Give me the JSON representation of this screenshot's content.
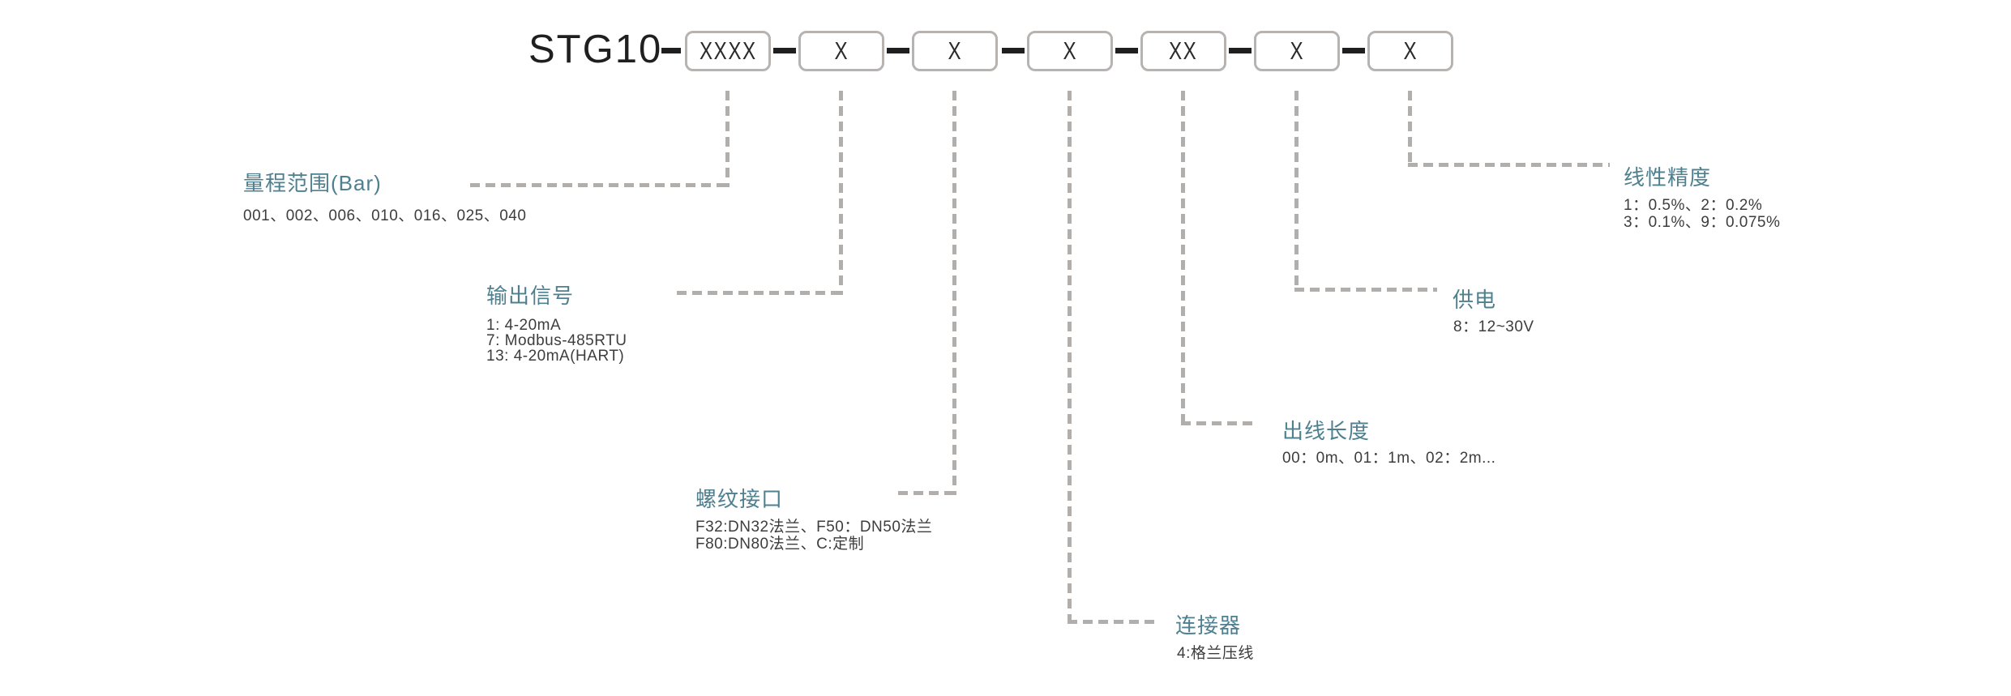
{
  "colors": {
    "accent": "#4e808f",
    "ink": "#1f1f1f",
    "text": "#3d3d3d",
    "dash": "#b1aeac",
    "box-border": "#b6b3b1",
    "bg": "#ffffff"
  },
  "model": {
    "prefix": "STG10",
    "boxes": [
      {
        "code": "XXXX"
      },
      {
        "code": "X"
      },
      {
        "code": "X"
      },
      {
        "code": "X"
      },
      {
        "code": "XX"
      },
      {
        "code": "X"
      },
      {
        "code": "X"
      }
    ]
  },
  "segments": [
    {
      "title": "量程范围(Bar)",
      "lines": [
        "001、002、006、010、016、025、040"
      ]
    },
    {
      "title": "输出信号",
      "lines": [
        "1: 4-20mA",
        "7: Modbus-485RTU",
        "13: 4-20mA(HART)"
      ]
    },
    {
      "title": "螺纹接口",
      "lines": [
        "F32:DN32法兰、F50：DN50法兰",
        "F80:DN80法兰、C:定制"
      ]
    },
    {
      "title": "连接器",
      "lines": [
        "4:格兰压线"
      ]
    },
    {
      "title": "出线长度",
      "lines": [
        "00：0m、01：1m、02：2m..."
      ]
    },
    {
      "title": "供电",
      "lines": [
        "8：12~30V"
      ]
    },
    {
      "title": "线性精度",
      "lines": [
        "1：0.5%、2：0.2%",
        "3：0.1%、9：0.075%"
      ]
    }
  ]
}
